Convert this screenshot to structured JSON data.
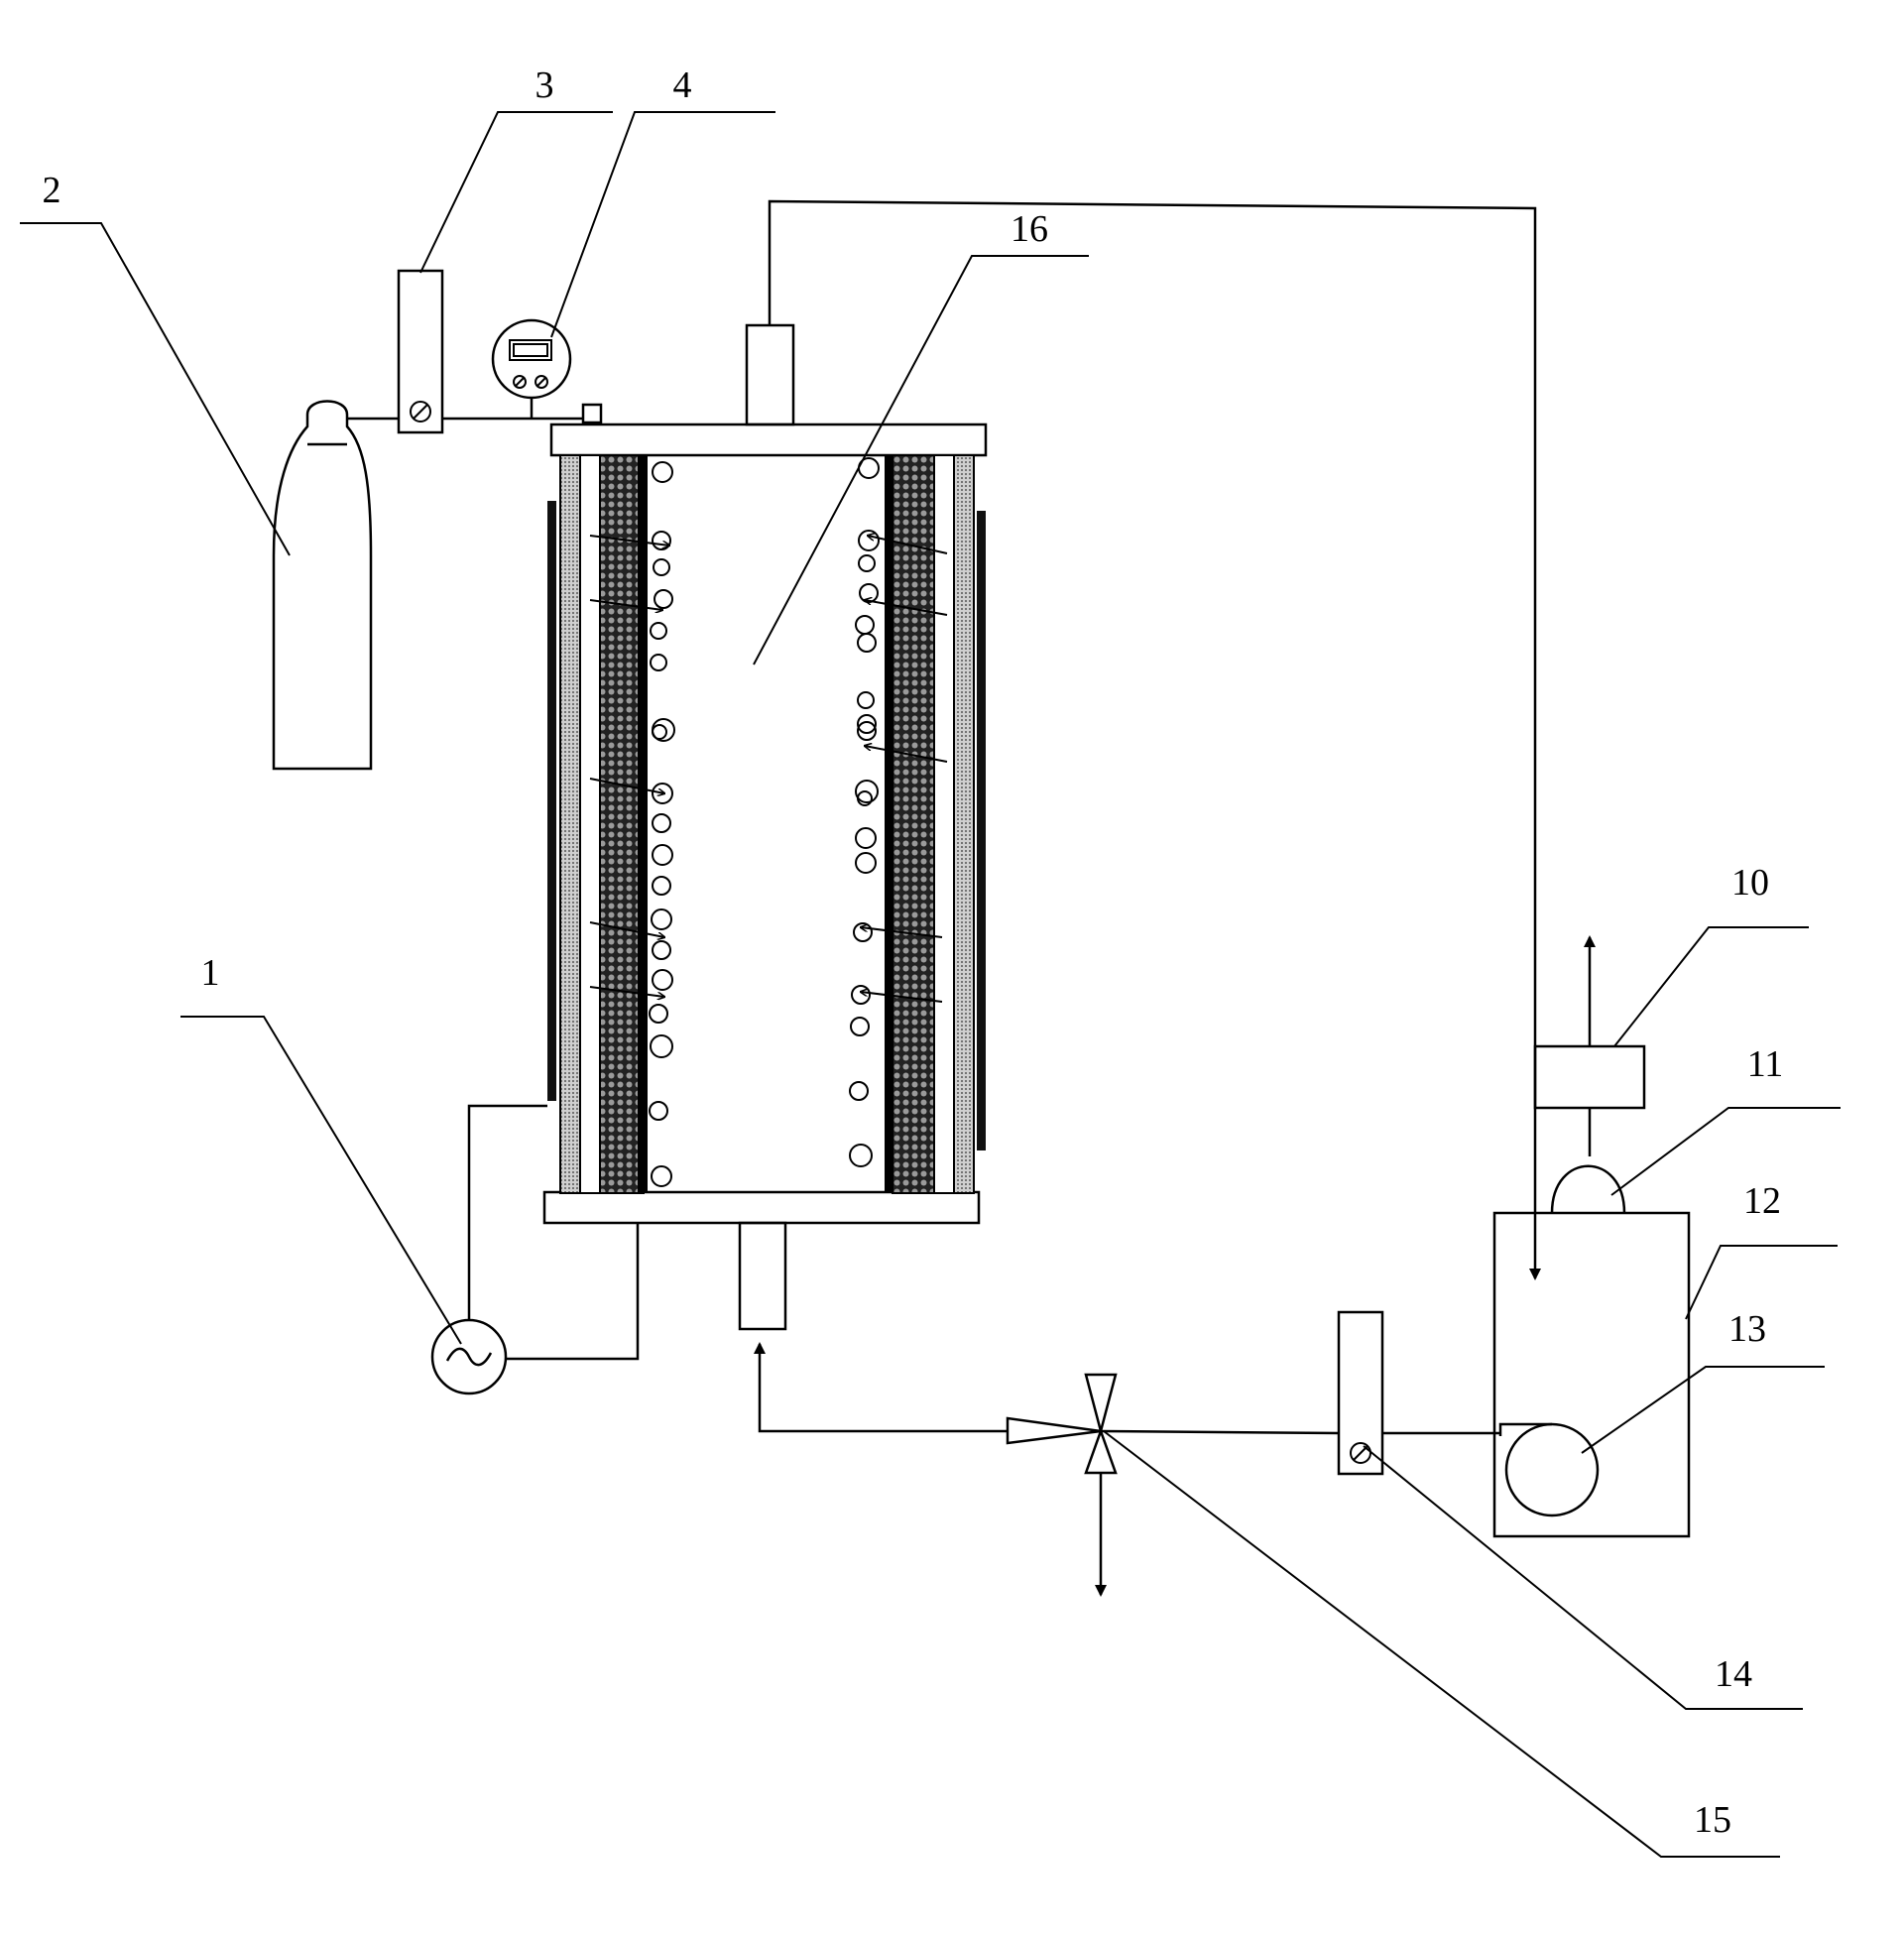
{
  "labels": {
    "l1": "1",
    "l2": "2",
    "l3": "3",
    "l4": "4",
    "l10": "10",
    "l11": "11",
    "l12": "12",
    "l13": "13",
    "l14": "14",
    "l15": "15",
    "l16": "16"
  },
  "colors": {
    "line": "#000000",
    "background": "#ffffff",
    "electrode_inner": "#3a3a3a",
    "electrode_outer": "#9a9a9a"
  }
}
